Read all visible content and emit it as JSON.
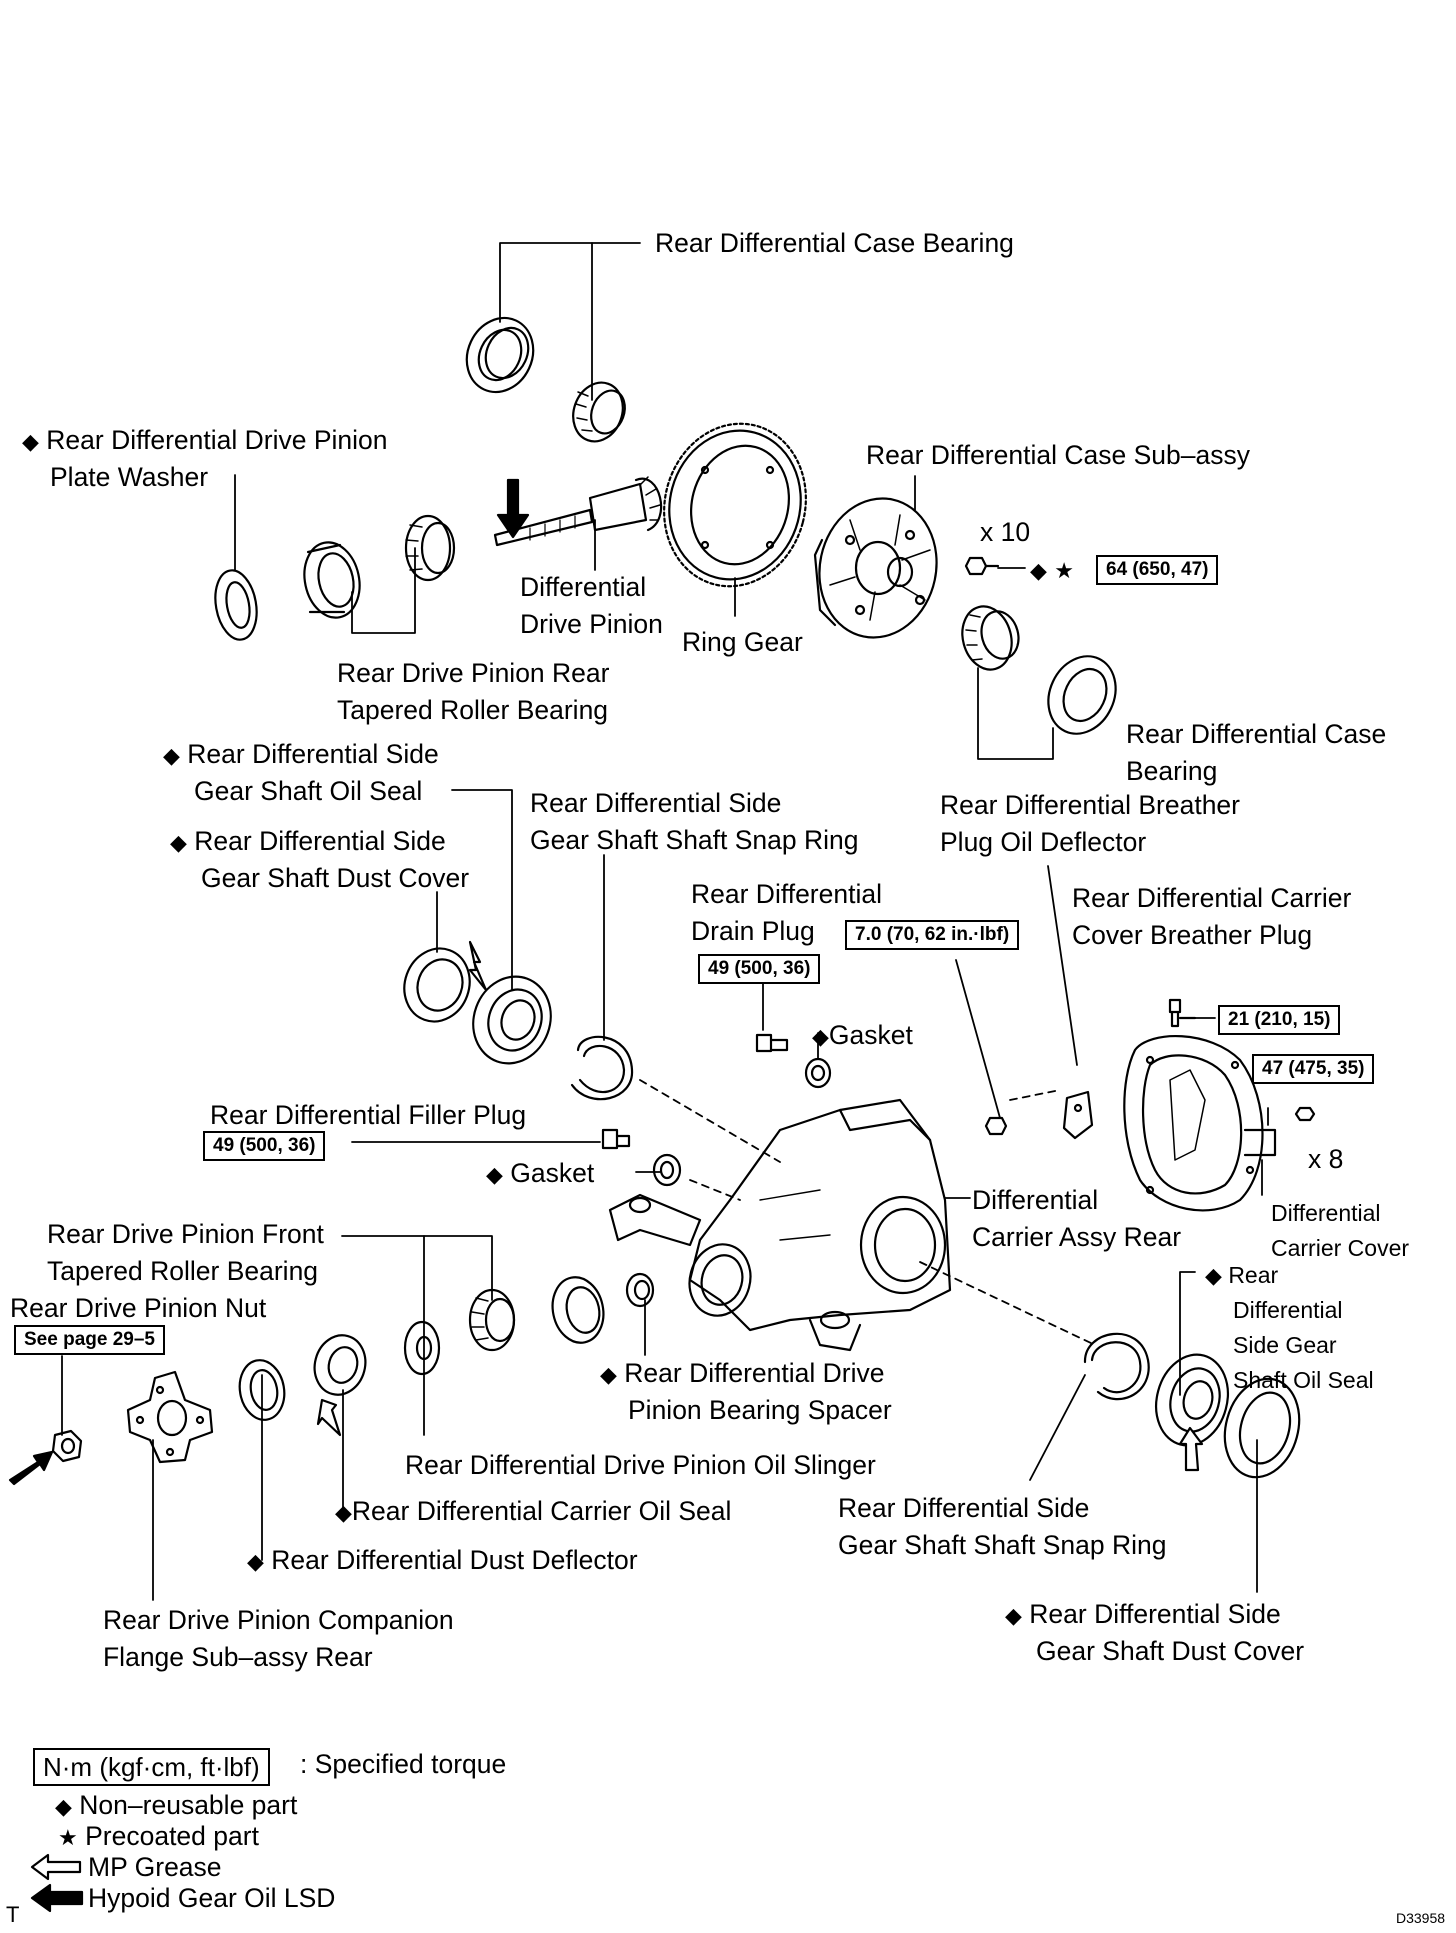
{
  "labels": {
    "case_bearing_top": "Rear Differential Case Bearing",
    "plate_washer_1": "Rear Differential Drive Pinion",
    "plate_washer_2": "Plate Washer",
    "case_subassy": "Rear Differential Case Sub–assy",
    "times_10": "x 10",
    "drive_pinion_1": "Differential",
    "drive_pinion_2": "Drive Pinion",
    "ring_gear": "Ring Gear",
    "rear_bearing_1": "Rear Drive Pinion Rear",
    "rear_bearing_2": "Tapered Roller Bearing",
    "case_bearing_right_1": "Rear Differential Case",
    "case_bearing_right_2": "Bearing",
    "oil_seal_upper_1": "Rear Differential Side",
    "oil_seal_upper_2": "Gear Shaft Oil Seal",
    "snap_ring_upper_1": "Rear Differential Side",
    "snap_ring_upper_2": "Gear Shaft Shaft Snap Ring",
    "breather_deflector_1": "Rear Differential Breather",
    "breather_deflector_2": "Plug Oil Deflector",
    "dust_cover_upper_1": "Rear Differential Side",
    "dust_cover_upper_2": "Gear Shaft Dust Cover",
    "drain_plug_1": "Rear Differential",
    "drain_plug_2": "Drain Plug",
    "breather_plug_1": "Rear Differential Carrier",
    "breather_plug_2": "Cover Breather Plug",
    "gasket_drain": "Gasket",
    "filler_plug": "Rear Differential Filler Plug",
    "gasket_filler": "Gasket",
    "times_8": "x 8",
    "carrier_assy_1": "Differential",
    "carrier_assy_2": "Carrier Assy Rear",
    "carrier_cover_1": "Differential",
    "carrier_cover_2": "Carrier Cover",
    "front_bearing_1": "Rear Drive Pinion Front",
    "front_bearing_2": "Tapered Roller Bearing",
    "pinion_nut": "Rear Drive Pinion Nut",
    "see_page": "See page 29–5",
    "oil_seal_lower_1": "Rear",
    "oil_seal_lower_2": "Differential",
    "oil_seal_lower_3": "Side Gear",
    "oil_seal_lower_4": "Shaft Oil Seal",
    "spacer_1": "Rear Differential Drive",
    "spacer_2": "Pinion Bearing Spacer",
    "oil_slinger": "Rear Differential Drive Pinion Oil Slinger",
    "carrier_oil_seal": "Rear Differential Carrier Oil Seal",
    "snap_ring_lower_1": "Rear Differential Side",
    "snap_ring_lower_2": "Gear Shaft Shaft Snap Ring",
    "dust_deflector": "Rear Differential Dust Deflector",
    "companion_flange_1": "Rear Drive Pinion Companion",
    "companion_flange_2": "Flange Sub–assy Rear",
    "dust_cover_lower_1": "Rear Differential Side",
    "dust_cover_lower_2": "Gear Shaft Dust Cover"
  },
  "torques": {
    "case_bolts": "64 (650, 47)",
    "breather_deflector": "7.0 (70, 62 in.·lbf)",
    "drain_plug": "49 (500, 36)",
    "breather_plug": "21 (210, 15)",
    "cover_bolts": "47 (475, 35)",
    "filler_plug": "49 (500, 36)"
  },
  "legend": {
    "torque_box": "N·m (kgf·cm, ft·lbf)",
    "torque_desc": ": Specified torque",
    "non_reusable": "Non–reusable part",
    "precoated": "Precoated part",
    "mp_grease": "MP Grease",
    "hypoid_oil": "Hypoid Gear Oil LSD"
  },
  "symbols": {
    "diamond": "◆",
    "star": "★"
  },
  "footer": {
    "corner_mark": "T",
    "drawing_code": "D33958"
  }
}
